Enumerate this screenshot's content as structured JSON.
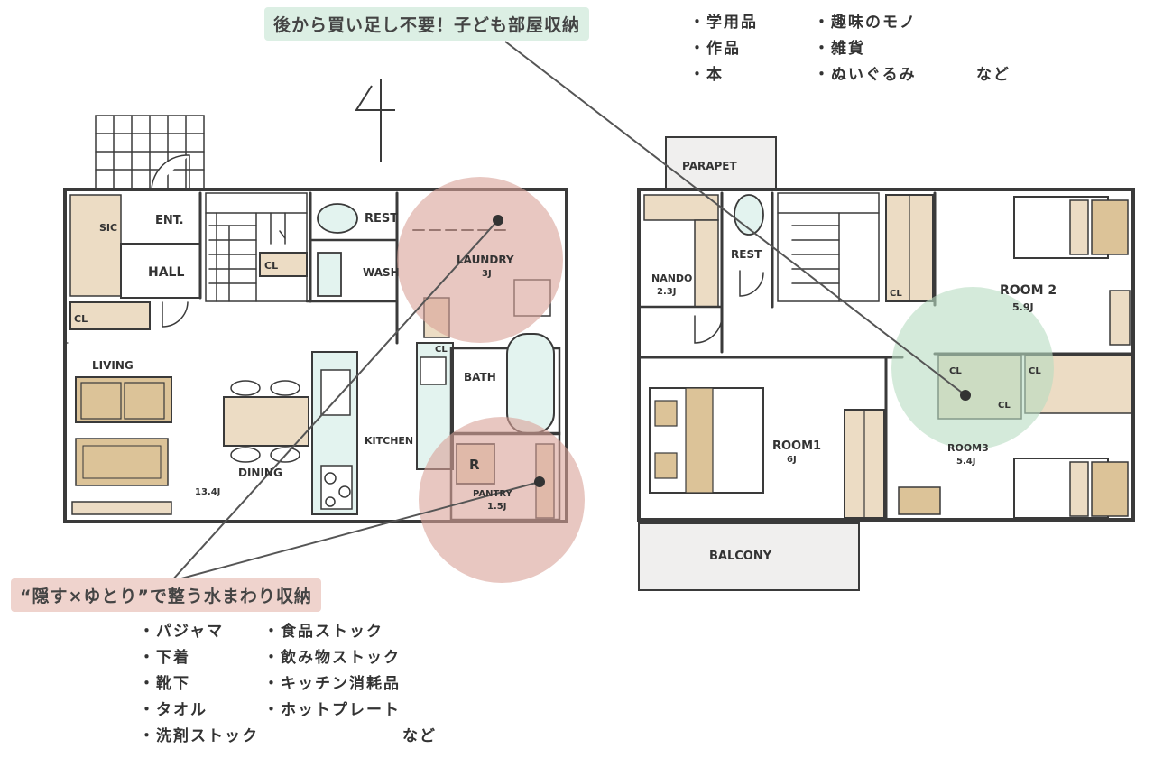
{
  "callouts": {
    "kids_room": {
      "title": "後から買い足し不要！子ども部屋収納",
      "items_left": [
        "・学用品",
        "・作品",
        "・本"
      ],
      "items_right": [
        "・趣味のモノ",
        "・雑貨",
        "・ぬいぐるみ"
      ],
      "suffix": "など",
      "color": "#dcefe4"
    },
    "water_area": {
      "title": "“隠す×ゆとり”で整う水まわり収納",
      "items_left": [
        "・パジャマ",
        "・下着",
        "・靴下",
        "・タオル",
        "・洗剤ストック"
      ],
      "items_right": [
        "・食品ストック",
        "・飲み物ストック",
        "・キッチン消耗品",
        "・ホットプレート"
      ],
      "suffix": "など",
      "color": "#efd3cd"
    }
  },
  "floor1": {
    "north_mark": "4",
    "labels": {
      "sic": "SIC",
      "entrance": "ENT.",
      "hall": "HALL",
      "cl_hall": "CL",
      "cl_stair": "CL",
      "rest": "REST",
      "wash": "WASH",
      "laundry": "LAUNDRY",
      "laundry_size": "3J",
      "cl_bath": "CL",
      "bath": "BATH",
      "living": "LIVING",
      "dining": "DINING",
      "kitchen": "KITCHEN",
      "ldk_size": "13.4J",
      "pantry": "PANTRY",
      "pantry_size": "1.5J",
      "fridge": "R"
    }
  },
  "floor2": {
    "labels": {
      "parapet": "PARAPET",
      "nando": "NANDO",
      "nando_size": "2.3J",
      "rest": "REST",
      "cl_stair": "CL",
      "room2": "ROOM 2",
      "room2_size": "5.9J",
      "room1": "ROOM1",
      "room1_size": "6J",
      "room3": "ROOM3",
      "room3_size": "5.4J",
      "cl_r3a": "CL",
      "cl_r3b": "CL",
      "cl_r3c": "CL",
      "balcony": "BALCONY"
    }
  },
  "colors": {
    "wood": "#ecdcc4",
    "sofa": "#dcc398",
    "aqua": "#e3f3ef",
    "highlight_red": "#d8a197",
    "highlight_green": "#b7dcc1",
    "ink": "#3a3a3a"
  }
}
